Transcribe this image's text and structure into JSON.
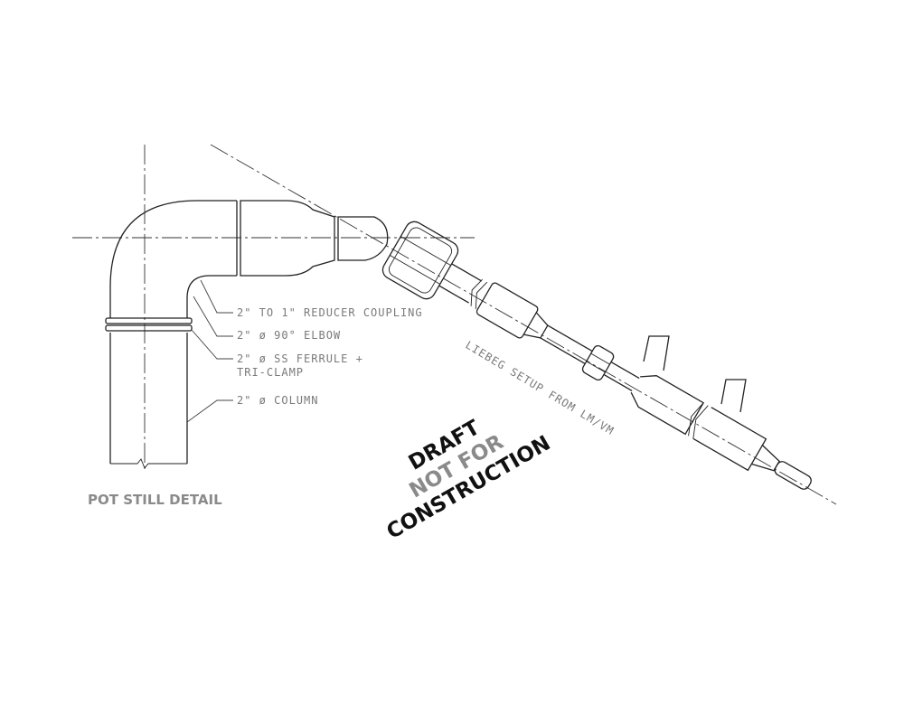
{
  "labels": {
    "reducer": "2\" TO 1\" REDUCER COUPLING",
    "elbow": "2\" ø 90° ELBOW",
    "ferrule_line1": "2\" ø SS FERRULE +",
    "ferrule_line2": "TRI-CLAMP",
    "column": "2\" ø COLUMN",
    "liebig": "LIEBEG SETUP FROM LM/VM"
  },
  "title": "POT STILL DETAIL",
  "stamp": {
    "line1": "DRAFT",
    "line2": "NOT FOR",
    "line3": "CONSTRUCTION",
    "colors": {
      "line1": "#111111",
      "line2": "#8a8a8a",
      "line3": "#111111"
    }
  }
}
